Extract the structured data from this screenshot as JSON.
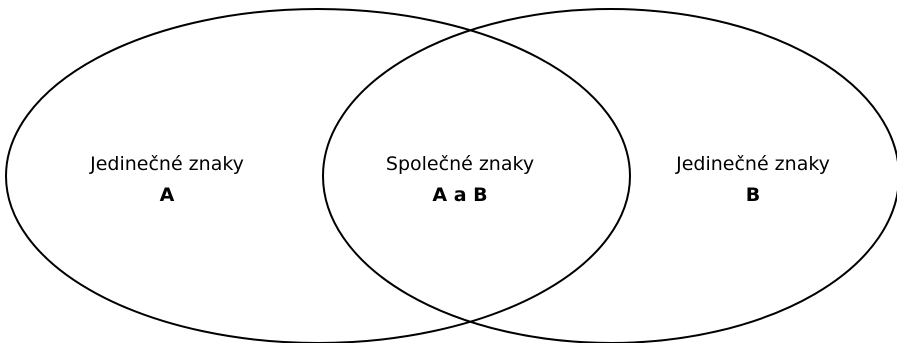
{
  "diagram": {
    "type": "venn",
    "colors": {
      "outline": "#000000",
      "text": "#000000",
      "background": "#ffffff"
    },
    "left": {
      "title": "Jedinečné znaky",
      "set": "A"
    },
    "intersection": {
      "title": "Společné znaky",
      "set": "A a B"
    },
    "right": {
      "title": "Jedinečné znaky",
      "set": "B"
    }
  }
}
